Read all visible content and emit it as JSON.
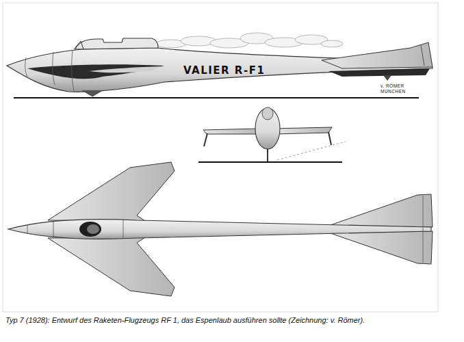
{
  "diagram": {
    "caption": "Typ 7 (1928): Entwurf des Raketen-Flugzeugs RF 1, das Espenlaub ausführen sollte (Zeichnung: v. Römer).",
    "labels": [
      "VALIER R-F1",
      "v. RÖMER",
      "MÜNCHEN"
    ]
  }
}
